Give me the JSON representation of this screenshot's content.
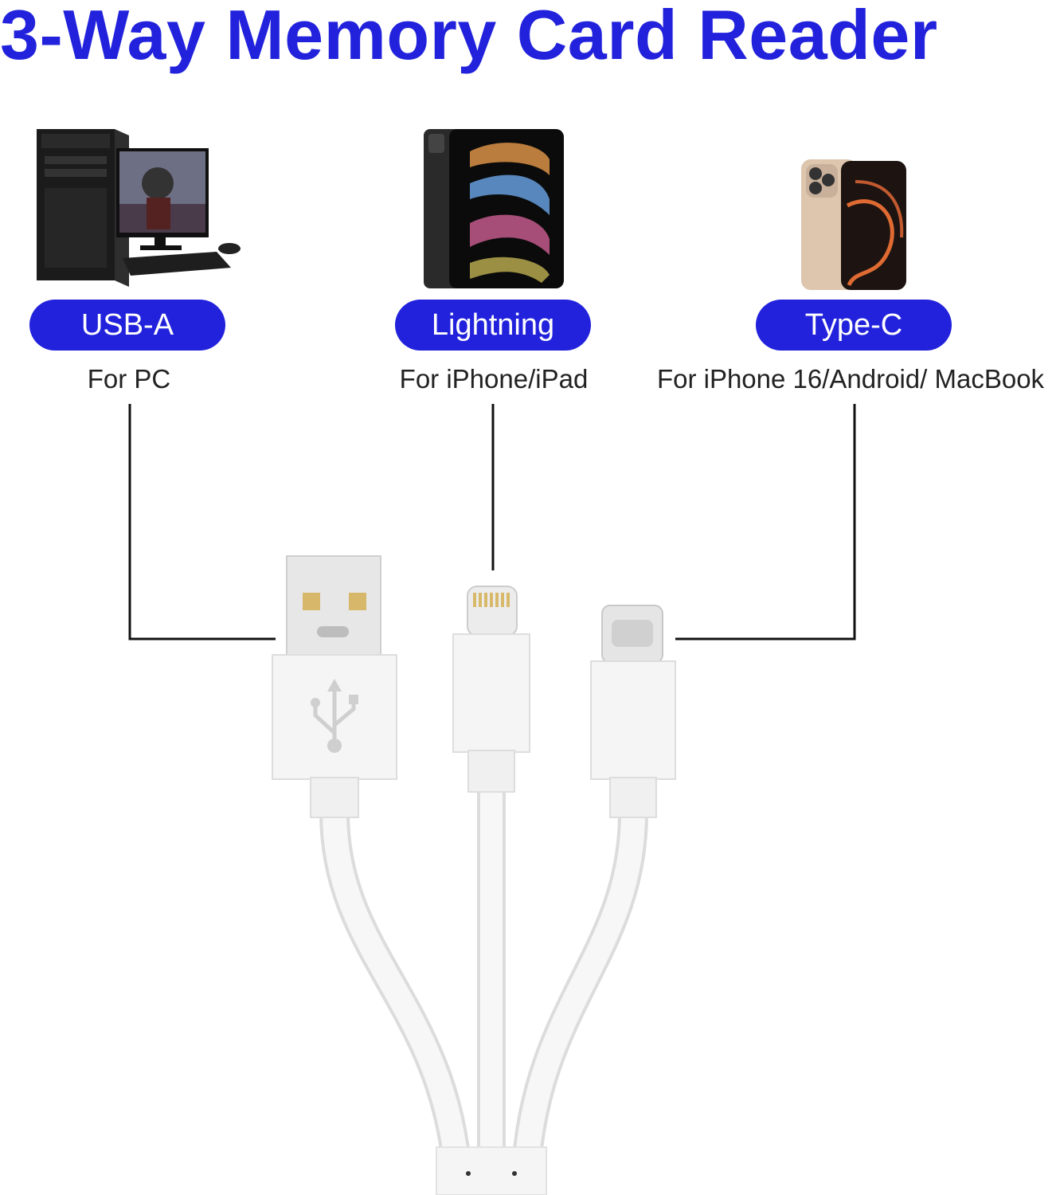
{
  "title": "3-Way Memory Card Reader",
  "colors": {
    "accent": "#2222dd",
    "connector_line": "#111111",
    "cable": "#f4f4f4"
  },
  "ports": [
    {
      "label": "USB-A",
      "caption": "For PC",
      "device_icon": "desktop-pc-icon",
      "connector_icon": "usb-a-connector-icon"
    },
    {
      "label": "Lightning",
      "caption": "For iPhone/iPad",
      "device_icon": "ipad-icon",
      "connector_icon": "lightning-connector-icon"
    },
    {
      "label": "Type-C",
      "caption": "For iPhone 16/Android/ MacBook",
      "device_icon": "iphone-icon",
      "connector_icon": "usb-c-connector-icon"
    }
  ]
}
